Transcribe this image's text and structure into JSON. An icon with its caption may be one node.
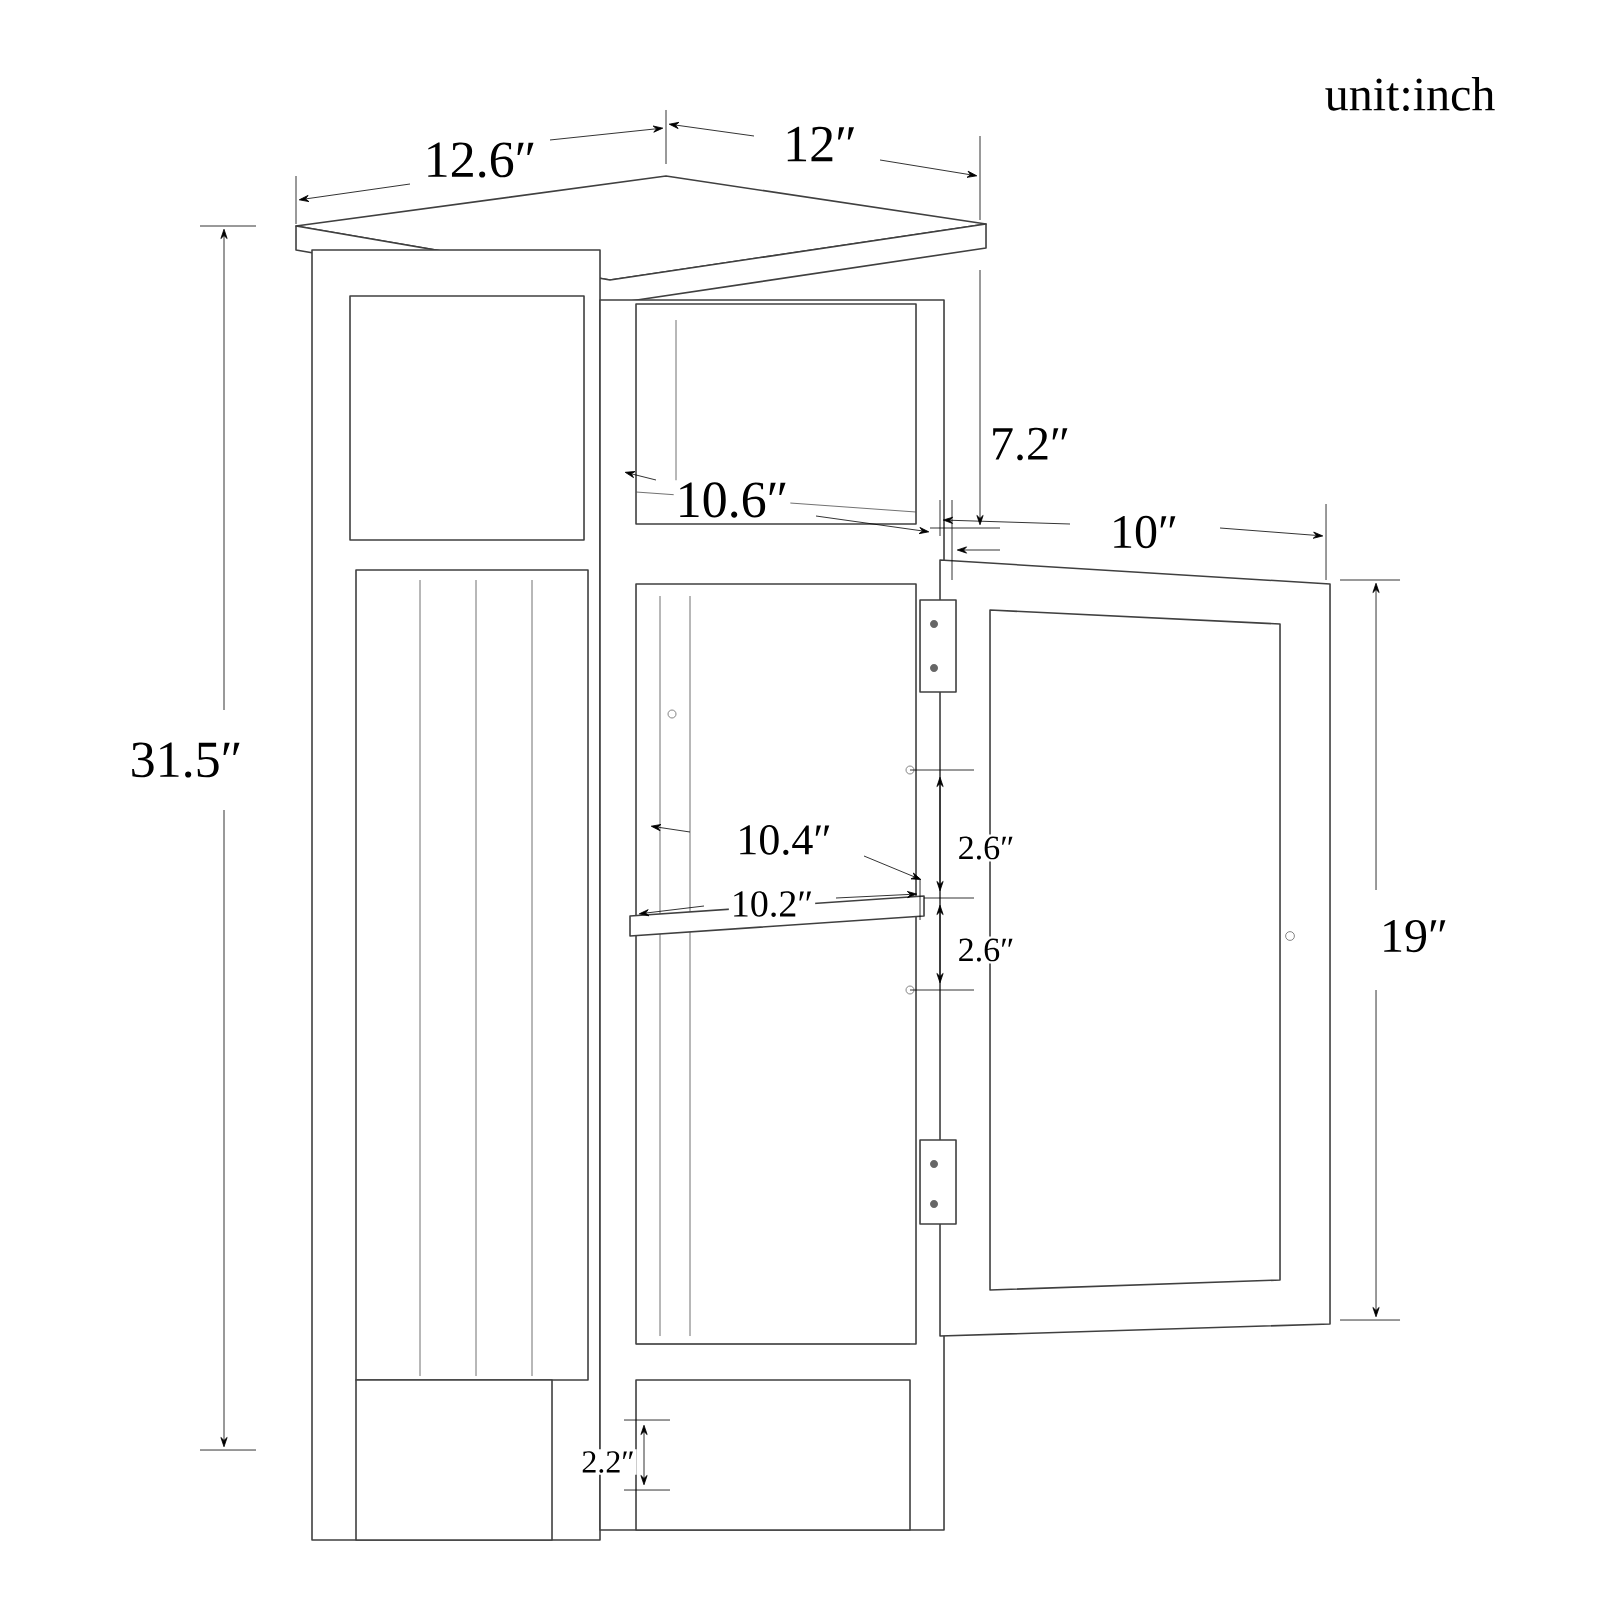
{
  "diagram": {
    "labels": [
      "unit:inch",
      "12.6″",
      "12″",
      "7.2″",
      "10.6″",
      "10″",
      "31.5″",
      "10.4″",
      "2.6″",
      "10.2″",
      "2.6″",
      "19″",
      "2.2″"
    ]
  }
}
